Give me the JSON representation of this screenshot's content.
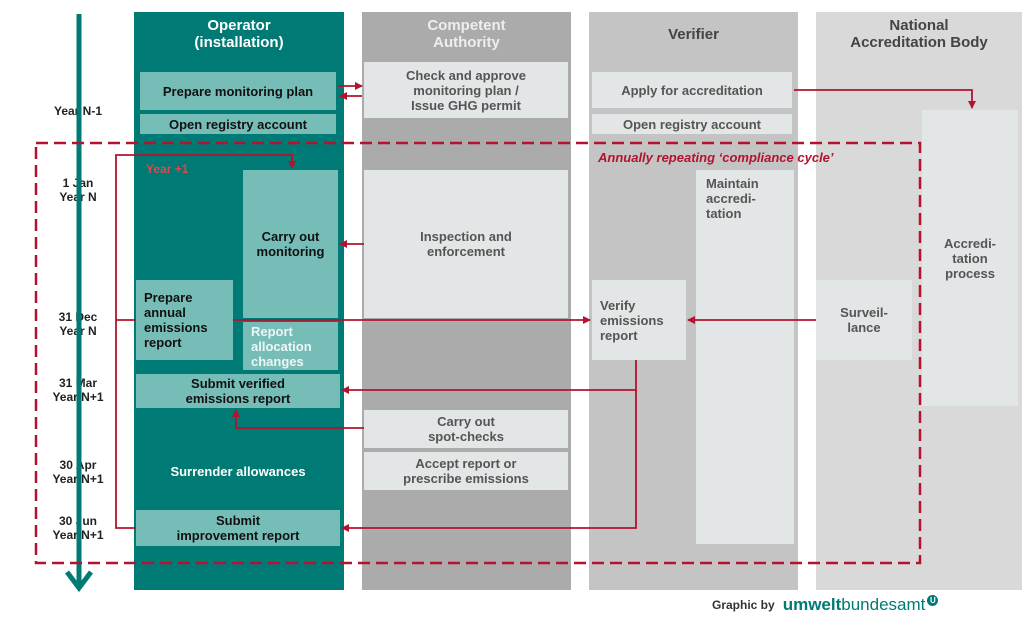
{
  "columns": {
    "operator": "Operator\n(installation)",
    "authority": "Competent\nAuthority",
    "verifier": "Verifier",
    "nab": "National\nAccreditation Body"
  },
  "timeline": {
    "year_n_minus_1": "Year N-1",
    "jan_1": "1 Jan\nYear N",
    "dec_31": "31 Dec\nYear N",
    "mar_31": "31 Mar\nYear N+1",
    "apr_30": "30 Apr\nYear N+1",
    "jun_30": "30 Jun\nYear N+1"
  },
  "operator_boxes": {
    "prepare_plan": "Prepare monitoring plan",
    "open_registry": "Open registry account",
    "year_plus_1": "Year +1",
    "carry_out_monitoring": "Carry out\nmonitoring",
    "prepare_report": "Prepare\nannual\nemissions\nreport",
    "report_allocation": "Report\nallocation\nchanges",
    "submit_verified": "Submit verified\nemissions report",
    "surrender": "Surrender allowances",
    "submit_improvement": "Submit\nimprovement report"
  },
  "authority_boxes": {
    "check_approve": "Check and approve\nmonitoring plan /\nIssue GHG permit",
    "inspection": "Inspection and\nenforcement",
    "spot_checks": "Carry out\nspot-checks",
    "accept_report": "Accept report or\nprescribe emissions"
  },
  "verifier_boxes": {
    "apply_accreditation": "Apply for accreditation",
    "open_registry": "Open registry account",
    "maintain": "Maintain\naccredi-\ntation",
    "verify": "Verify\nemissions\nreport"
  },
  "nab_boxes": {
    "accreditation_process": "Accredi-\ntation\nprocess",
    "surveillance": "Surveil-\nlance"
  },
  "cycle_label": "Annually repeating ‘compliance cycle’",
  "credit": {
    "prefix": "Graphic by",
    "brand_bold": "umwelt",
    "brand_rest": "bundesamt",
    "badge": "U"
  },
  "colors": {
    "teal_dark": "#007a74",
    "teal_mid": "#1f8f89",
    "teal_light": "#76bdb8",
    "gray_dark": "#ababab",
    "gray_mid": "#c4c4c4",
    "gray_light": "#d9d9d9",
    "box_gray": "#e3e6e6",
    "red": "#b3132e"
  }
}
